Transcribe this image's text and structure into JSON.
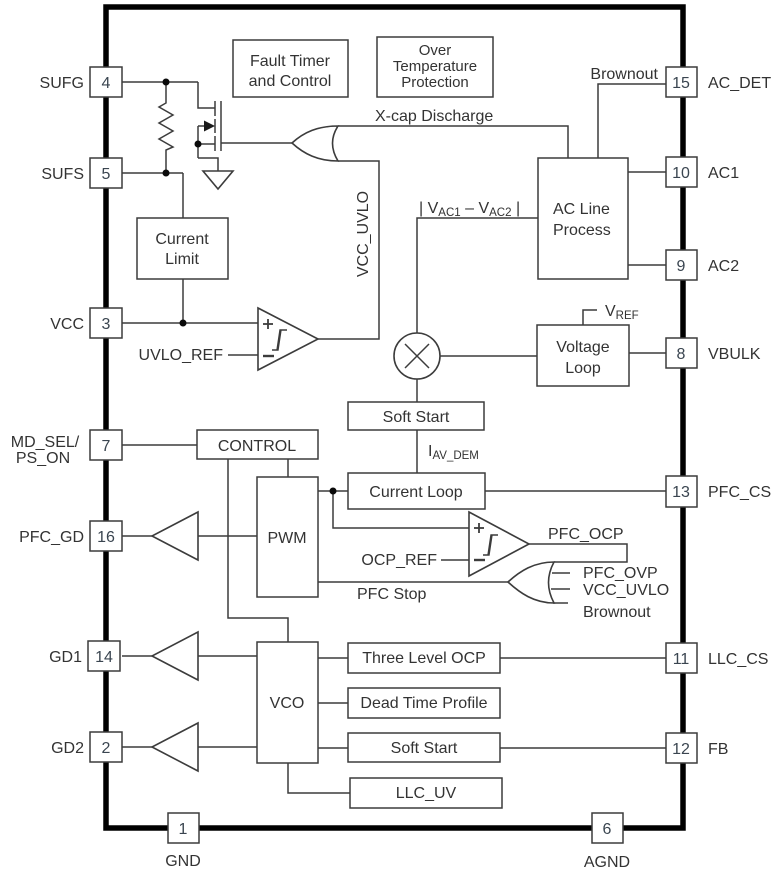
{
  "colors": {
    "line": "#3c3c3c",
    "border": "#000000",
    "text": "#333333",
    "background": "#ffffff"
  },
  "pins": {
    "left": [
      {
        "num": "4",
        "label": "SUFG"
      },
      {
        "num": "5",
        "label": "SUFS"
      },
      {
        "num": "3",
        "label": "VCC"
      },
      {
        "num": "7",
        "label": "MD_SEL/",
        "label2": "PS_ON"
      },
      {
        "num": "16",
        "label": "PFC_GD"
      },
      {
        "num": "14",
        "label": "GD1"
      },
      {
        "num": "2",
        "label": "GD2"
      }
    ],
    "right": [
      {
        "num": "15",
        "label": "AC_DET"
      },
      {
        "num": "10",
        "label": "AC1"
      },
      {
        "num": "9",
        "label": "AC2"
      },
      {
        "num": "8",
        "label": "VBULK"
      },
      {
        "num": "13",
        "label": "PFC_CS"
      },
      {
        "num": "11",
        "label": "LLC_CS"
      },
      {
        "num": "12",
        "label": "FB"
      }
    ],
    "bottom": [
      {
        "num": "1",
        "label": "GND"
      },
      {
        "num": "6",
        "label": "AGND"
      }
    ]
  },
  "blocks": {
    "fault_timer": {
      "line1": "Fault Timer",
      "line2": "and Control"
    },
    "otp": {
      "line1": "Over",
      "line2": "Temperature",
      "line3": "Protection"
    },
    "current_limit": {
      "line1": "Current",
      "line2": "Limit"
    },
    "ac_line": {
      "line1": "AC Line",
      "line2": "Process"
    },
    "voltage_loop": {
      "line1": "Voltage",
      "line2": "Loop"
    },
    "soft_start_pfc": {
      "label": "Soft Start"
    },
    "current_loop": {
      "label": "Current Loop"
    },
    "control": {
      "label": "CONTROL"
    },
    "pwm": {
      "label": "PWM"
    },
    "vco": {
      "label": "VCO"
    },
    "three_level_ocp": {
      "label": "Three Level OCP"
    },
    "dead_time": {
      "label": "Dead Time Profile"
    },
    "soft_start_llc": {
      "label": "Soft Start"
    },
    "llc_uv": {
      "label": "LLC_UV"
    }
  },
  "signals": {
    "xcap_discharge": "X-cap Discharge",
    "brownout_top": "Brownout",
    "vcc_uvlo_vertical": "VCC_UVLO",
    "uvlo_ref": "UVLO_REF",
    "vac": {
      "p1": "| V",
      "s1": "AC1",
      "p2": " – V",
      "s2": "AC2",
      "p3": " |"
    },
    "vref": {
      "p": "V",
      "s": "REF"
    },
    "iav": {
      "p": "I",
      "s": "AV_DEM"
    },
    "ocp_ref": "OCP_REF",
    "pfc_ocp": "PFC_OCP",
    "pfc_ovp": "PFC_OVP",
    "vcc_uvlo_or": "VCC_UVLO",
    "brownout_or": "Brownout",
    "pfc_stop": "PFC Stop"
  }
}
